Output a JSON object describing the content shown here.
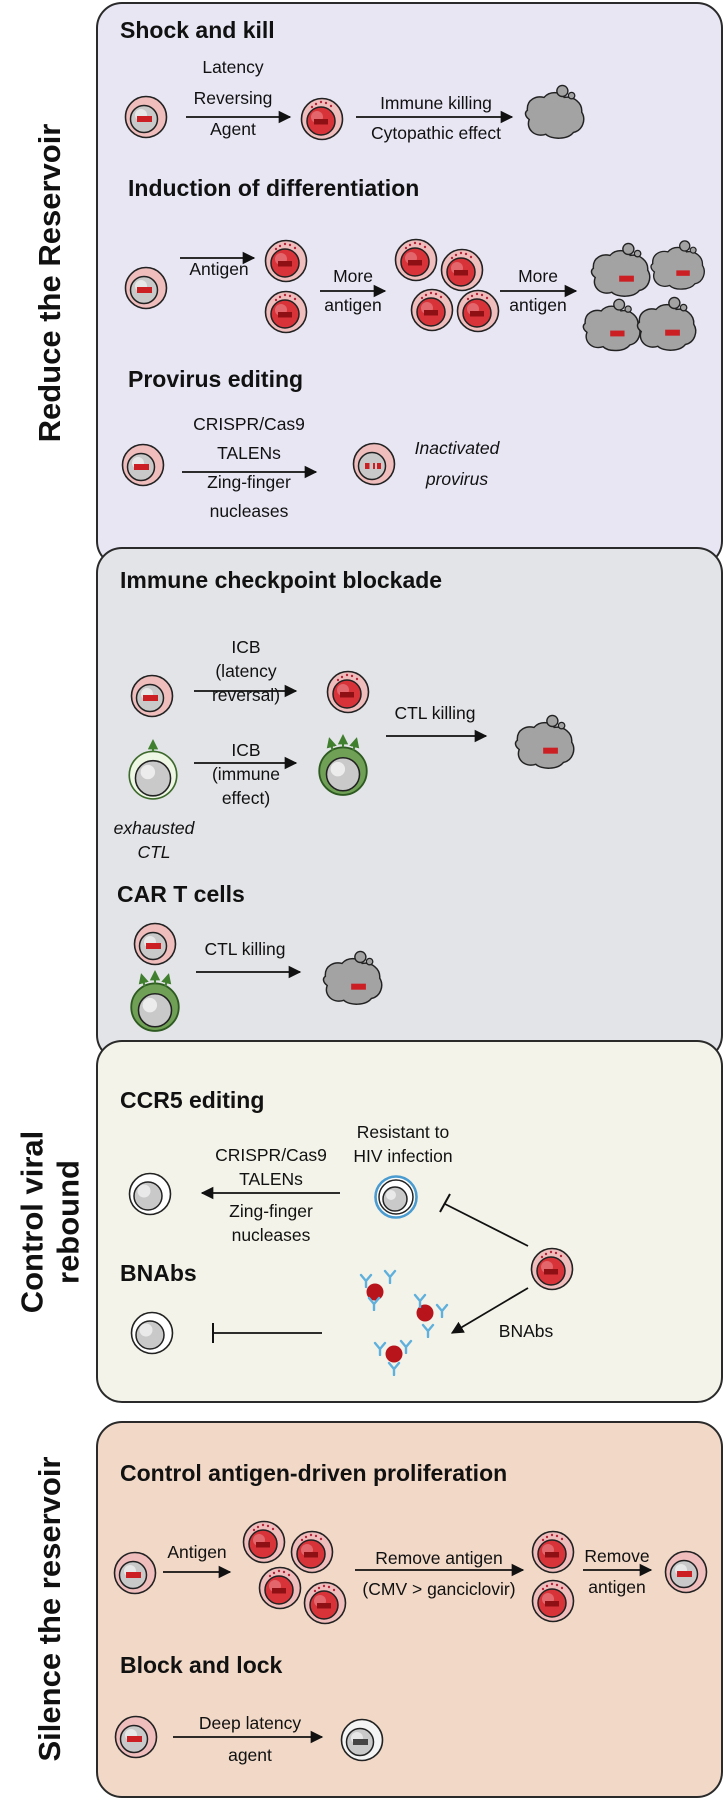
{
  "sections": {
    "reduce_label": "Reduce the Reservoir",
    "control_label": "Control viral rebound",
    "silence_label": "Silence the reservoir"
  },
  "headings": {
    "shock_and_kill": "Shock and kill",
    "induction": "Induction of differentiation",
    "provirus": "Provirus editing",
    "icb": "Immune checkpoint blockade",
    "car_t": "CAR T cells",
    "ccr5": "CCR5 editing",
    "bnabs": "BNAbs",
    "antigen_prolif": "Control antigen-driven proliferation",
    "block_lock": "Block and lock"
  },
  "labels": {
    "lra": [
      "Latency",
      "Reversing",
      "Agent"
    ],
    "immune_killing": "Immune killing",
    "cytopathic": "Cytopathic effect",
    "antigen": "Antigen",
    "more_antigen_1": [
      "More",
      "antigen"
    ],
    "more_antigen_2": [
      "More",
      "antigen"
    ],
    "crispr_1": [
      "CRISPR/Cas9",
      "TALENs",
      "Zing-finger",
      "nucleases"
    ],
    "inactivated": [
      "Inactivated",
      "provirus"
    ],
    "icb_latency": [
      "ICB",
      "(latency",
      "reversal)"
    ],
    "icb_immune": [
      "ICB",
      "(immune",
      "effect)"
    ],
    "exhausted": [
      "exhausted",
      "CTL"
    ],
    "ctl_killing_1": "CTL killing",
    "ctl_killing_2": "CTL killing",
    "resistant": [
      "Resistant to",
      "HIV infection"
    ],
    "crispr_2": [
      "CRISPR/Cas9",
      "TALENs",
      "Zing-finger",
      "nucleases"
    ],
    "bnabs_arrow": "BNAbs",
    "antigen_2": "Antigen",
    "remove_antigen": [
      "Remove antigen",
      "(CMV > ganciclovir)"
    ],
    "remove_antigen_2": [
      "Remove",
      "antigen"
    ],
    "deep_latency": [
      "Deep latency",
      "agent"
    ]
  },
  "colors": {
    "reduce_bg": "#e9e6f4",
    "checkpoint_bg": "#e3e4e8",
    "control_bg": "#f3f3e9",
    "silence_bg": "#f1d8c7",
    "provirus_red": "#cc1f24",
    "cell_pink": "#f0bdbd",
    "cell_active": "#d9333a",
    "ctl_green": "#4f8a3c",
    "antibody_blue": "#5fb0dc"
  }
}
